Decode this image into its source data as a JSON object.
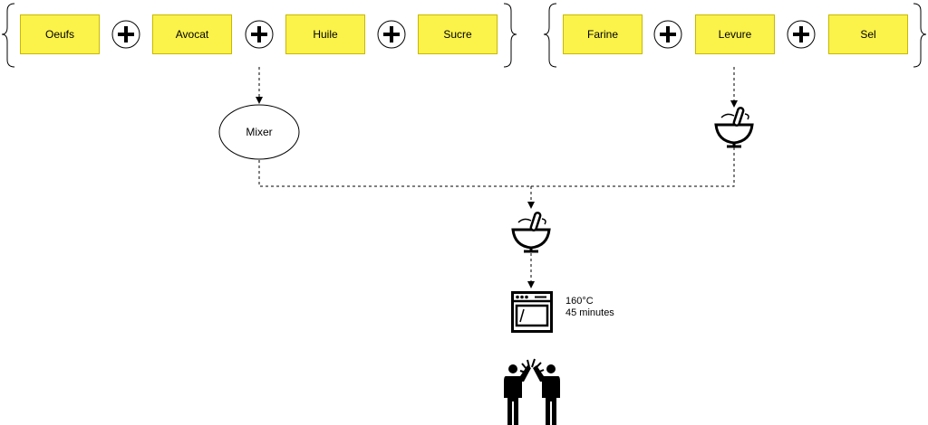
{
  "ingredients": {
    "group_a": [
      "Oeufs",
      "Avocat",
      "Huile",
      "Sucre"
    ],
    "group_b": [
      "Farine",
      "Levure",
      "Sel"
    ]
  },
  "mixer_label": "Mixer",
  "oven": {
    "temperature": "160°C",
    "duration": "45 minutes"
  },
  "colors": {
    "ingredient_fill": "#fbf24a",
    "ingredient_stroke": "#c7b900"
  }
}
